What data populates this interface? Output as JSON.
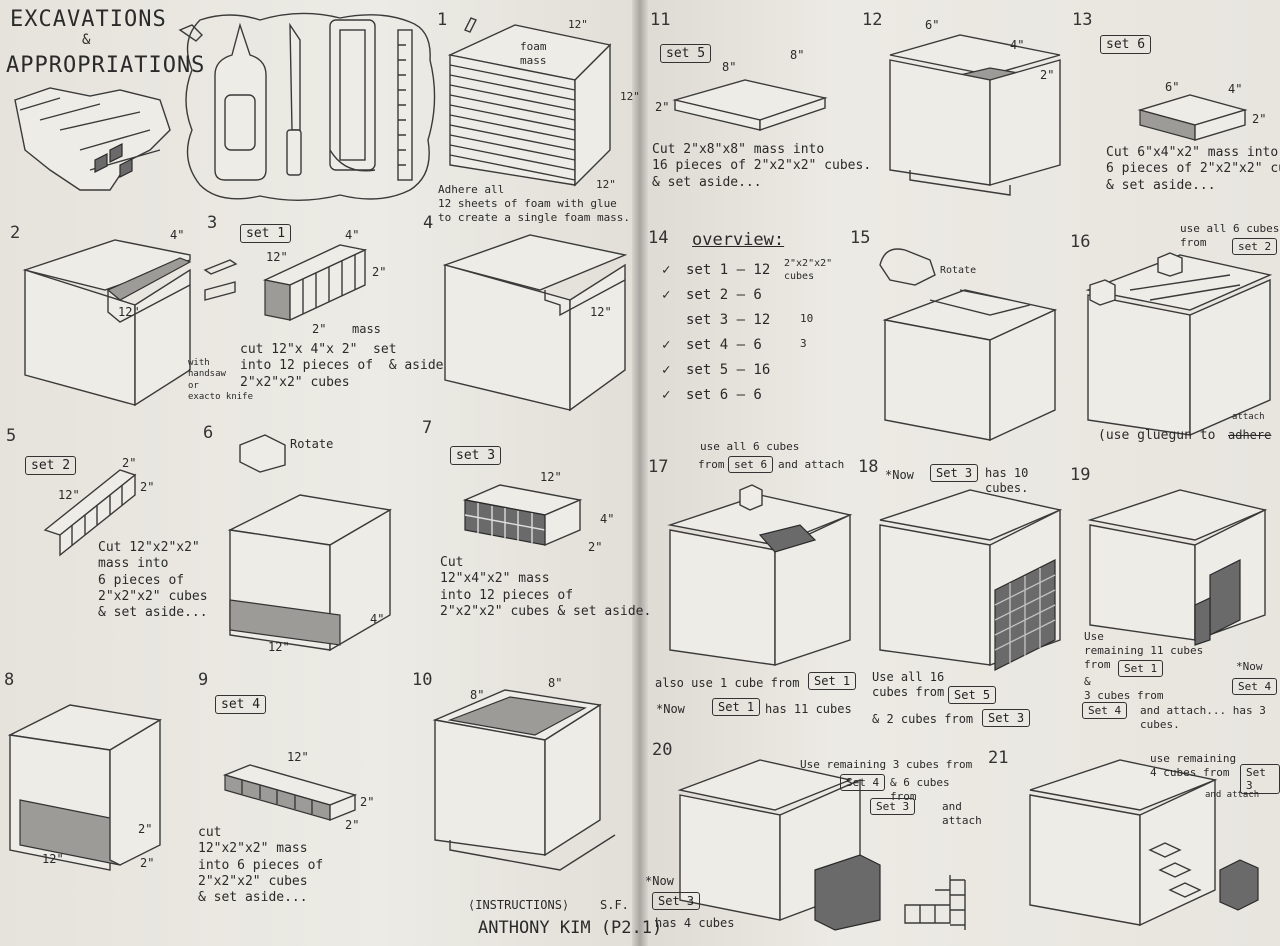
{
  "title": {
    "line1": "EXCAVATIONS",
    "amp": "&",
    "line2": "APPROPRIATIONS"
  },
  "steps": {
    "s1": {
      "num": "1",
      "label": "foam\nmass",
      "dim_top": "12\"",
      "dim_side": "12\"",
      "dim_bottom": "12\"",
      "note": "Adhere all\n12 sheets of foam with glue\nto create a single foam mass."
    },
    "s2": {
      "num": "2",
      "dim_a": "4\"",
      "dim_b": "12\""
    },
    "s3": {
      "num": "3",
      "set": "set 1",
      "dim_a": "4\"",
      "dim_b": "12\"",
      "dim_c": "2\"",
      "dim_d": "2\"",
      "mass": "mass",
      "note": "cut 12\"x 4\"x 2\"  set\ninto 12 pieces of  & aside\n2\"x2\"x2\" cubes",
      "side_note": "with\nhandsaw\nor\nexacto knife"
    },
    "s4": {
      "num": "4",
      "dim_a": "12\""
    },
    "s5": {
      "num": "5",
      "set": "set 2",
      "dim_a": "12\"",
      "dim_b": "2\"",
      "dim_c": "2\"",
      "note": "Cut 12\"x2\"x2\"\nmass into\n6 pieces of\n2\"x2\"x2\" cubes\n& set aside..."
    },
    "s6": {
      "num": "6",
      "rotate": "Rotate",
      "dim_a": "4\"",
      "dim_b": "12\""
    },
    "s7": {
      "num": "7",
      "set": "set 3",
      "dim_a": "12\"",
      "dim_b": "4\"",
      "dim_c": "2\"",
      "note": "Cut\n12\"x4\"x2\" mass\ninto 12 pieces of\n2\"x2\"x2\" cubes & set aside."
    },
    "s8": {
      "num": "8",
      "dim_a": "2\"",
      "dim_b": "12\"",
      "dim_c": "2\""
    },
    "s9": {
      "num": "9",
      "set": "set 4",
      "dim_a": "12\"",
      "dim_b": "2\"",
      "dim_c": "2\"",
      "note": "cut\n12\"x2\"x2\" mass\ninto 6 pieces of\n2\"x2\"x2\" cubes\n& set aside..."
    },
    "s10": {
      "num": "10",
      "dim_a": "8\"",
      "dim_b": "8\""
    },
    "s11": {
      "num": "11",
      "set": "set 5",
      "dim_a": "8\"",
      "dim_b": "8\"",
      "dim_c": "2\"",
      "note": "Cut 2\"x8\"x8\" mass into\n16 pieces of 2\"x2\"x2\" cubes.\n& set aside..."
    },
    "s12": {
      "num": "12",
      "dim_a": "6\"",
      "dim_b": "4\"",
      "dim_c": "2\""
    },
    "s13": {
      "num": "13",
      "set": "set 6",
      "dim_a": "6\"",
      "dim_b": "4\"",
      "dim_c": "2\"",
      "note": "Cut 6\"x4\"x2\" mass into\n6 pieces of 2\"x2\"x2\" cubes\n& set aside..."
    },
    "s14": {
      "num": "14",
      "heading": "overview:",
      "unit": "2\"x2\"x2\"\ncubes",
      "rows": [
        {
          "check": "✓",
          "text": "set 1 — 12"
        },
        {
          "check": "✓",
          "text": "set 2 — 6"
        },
        {
          "check": "",
          "text": "set 3 — 12",
          "extra": "10"
        },
        {
          "check": "✓",
          "text": "set 4 — 6",
          "extra": "3"
        },
        {
          "check": "✓",
          "text": "set 5 — 16"
        },
        {
          "check": "✓",
          "text": "set 6 — 6"
        }
      ]
    },
    "s15": {
      "num": "15",
      "rotate": "Rotate"
    },
    "s16": {
      "num": "16",
      "note": "use all 6 cubes\nfrom",
      "set": "set 2",
      "bottom": "(use gluegun to",
      "strike": "adhere",
      "attach": "attach"
    },
    "s17": {
      "num": "17",
      "note_top_a": "use all 6 cubes",
      "note_top_b": "from",
      "set_top": "set 6",
      "note_top_c": "and attach",
      "note_bottom_a": "also use 1 cube from",
      "set_bottom_a": "Set 1",
      "note_bottom_b": "*Now",
      "set_bottom_b": "Set 1",
      "note_bottom_c": "has 11 cubes"
    },
    "s18": {
      "num": "18",
      "note_top_a": "*Now",
      "set_top": "Set 3",
      "note_top_b": "has 10\ncubes.",
      "note_bottom_a": "Use all 16\ncubes from",
      "set_bottom_a": "Set 5",
      "note_bottom_b": "& 2 cubes from",
      "set_bottom_b": "Set 3"
    },
    "s19": {
      "num": "19",
      "note_a": "Use\nremaining 11 cubes\nfrom",
      "set_a": "Set 1",
      "note_b": "&\n3 cubes from",
      "set_b": "Set 4",
      "note_c": "and attach... has 3\ncubes.",
      "now": "*Now",
      "set_now": "Set 4"
    },
    "s20": {
      "num": "20",
      "note_a": "Use remaining 3 cubes from",
      "set_a": "Set 4",
      "note_b": "& 6 cubes\nfrom",
      "set_b": "Set 3",
      "note_c": "and\nattach",
      "now": "*Now",
      "set_now": "Set 3",
      "now_b": "has 4 cubes"
    },
    "s21": {
      "num": "21",
      "note": "use remaining\n4 cubes from",
      "set": "Set 3",
      "note_b": "and attach"
    }
  },
  "signature": {
    "instructions": "⟨INSTRUCTIONS⟩",
    "sf": "S.F.",
    "name": "ANTHONY KIM (P2.1)"
  }
}
